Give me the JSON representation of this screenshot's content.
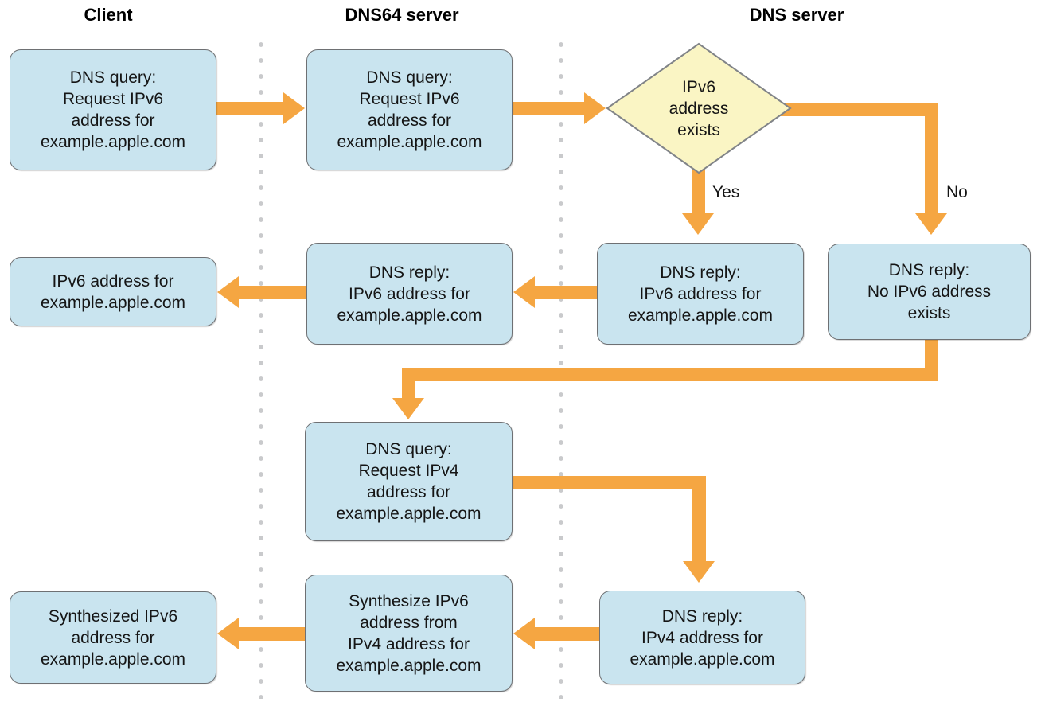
{
  "diagram": {
    "columns": [
      {
        "label": "Client"
      },
      {
        "label": "DNS64 server"
      },
      {
        "label": "DNS server"
      }
    ],
    "labels": {
      "yes": "Yes",
      "no": "No"
    },
    "nodes": {
      "r1_client": "DNS query:\nRequest IPv6\naddress for\nexample.apple.com",
      "r1_dns64": "DNS query:\nRequest IPv6\naddress for\nexample.apple.com",
      "decision": "IPv6\naddress\nexists",
      "r2_dns_yes": "DNS reply:\nIPv6 address for\nexample.apple.com",
      "r2_dns_no": "DNS reply:\nNo IPv6 address\nexists",
      "r2_dns64": "DNS reply:\nIPv6 address for\nexample.apple.com",
      "r2_client": "IPv6 address for\nexample.apple.com",
      "r3_dns64": "DNS query:\nRequest IPv4\naddress for\nexample.apple.com",
      "r4_dns": "DNS reply:\nIPv4 address for\nexample.apple.com",
      "r4_dns64": "Synthesize IPv6\naddress from\nIPv4 address for\nexample.apple.com",
      "r4_client": "Synthesized IPv6\naddress for\nexample.apple.com"
    },
    "colors": {
      "box_fill": "#C9E4EF",
      "box_border": "#6E7073",
      "diamond_fill": "#FAF5C4",
      "diamond_border": "#818488",
      "arrow": "#F5A642",
      "dots": "#C9CACC",
      "text": "#151515",
      "bg": "#FFFFFF"
    }
  }
}
